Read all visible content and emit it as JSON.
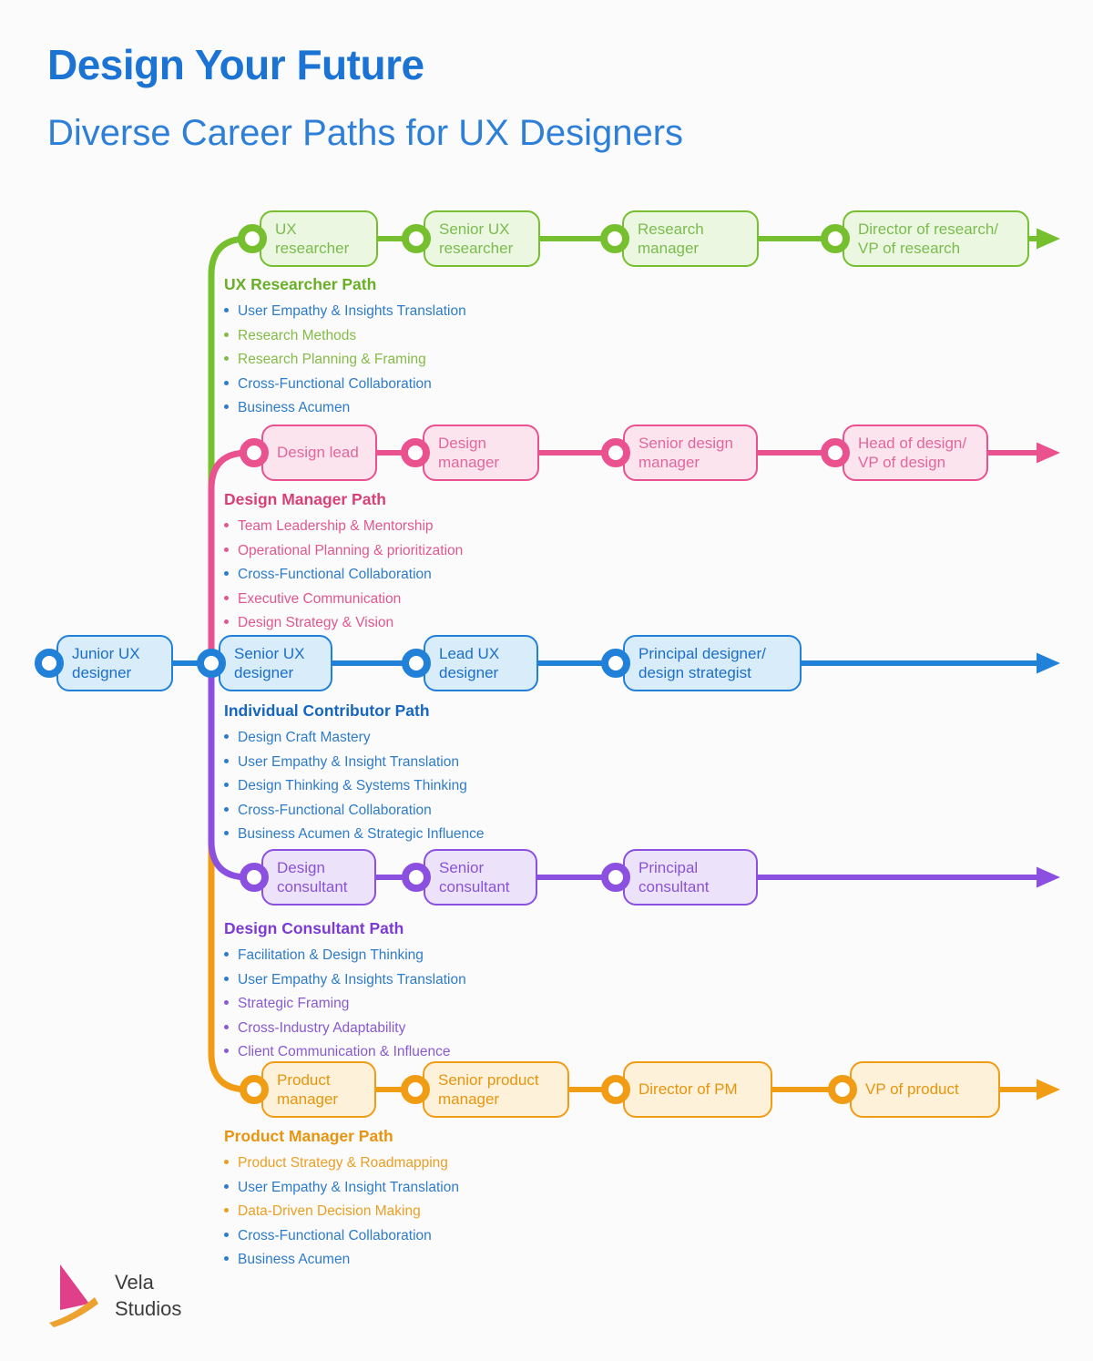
{
  "title": "Design Your Future",
  "subtitle": "Diverse Career Paths for UX Designers",
  "colors": {
    "title_blue": "#1b73d3",
    "subtitle_blue": "#2e7fd8",
    "shared_skill_blue": "#2e7cc9",
    "green": "#76c02f",
    "pink": "#e9528f",
    "blue": "#2180d8",
    "purple": "#8b50e0",
    "orange": "#f19c15"
  },
  "paths": [
    {
      "name": "UX Researcher Path",
      "color": "#76c02f",
      "nodes": [
        {
          "label": "UX researcher"
        },
        {
          "label": "Senior UX researcher"
        },
        {
          "label": "Research manager"
        },
        {
          "label": "Director of research/ VP of research"
        }
      ],
      "skills": [
        {
          "text": "User Empathy & Insights Translation",
          "shared": true
        },
        {
          "text": "Research Methods",
          "shared": false
        },
        {
          "text": "Research Planning & Framing",
          "shared": false
        },
        {
          "text": "Cross-Functional Collaboration",
          "shared": true
        },
        {
          "text": "Business Acumen",
          "shared": true
        }
      ]
    },
    {
      "name": "Design Manager Path",
      "color": "#e9528f",
      "nodes": [
        {
          "label": "Design lead"
        },
        {
          "label": "Design manager"
        },
        {
          "label": "Senior design manager"
        },
        {
          "label": "Head of design/ VP of design"
        }
      ],
      "skills": [
        {
          "text": "Team Leadership & Mentorship",
          "shared": false
        },
        {
          "text": "Operational Planning & prioritization",
          "shared": false
        },
        {
          "text": "Cross-Functional Collaboration",
          "shared": true
        },
        {
          "text": "Executive Communication",
          "shared": false
        },
        {
          "text": "Design Strategy & Vision",
          "shared": false
        }
      ]
    },
    {
      "name": "Individual Contributor Path",
      "color": "#2180d8",
      "nodes": [
        {
          "label": "Junior UX designer"
        },
        {
          "label": "Senior UX designer"
        },
        {
          "label": "Lead UX designer"
        },
        {
          "label": "Principal designer/ design strategist"
        }
      ],
      "skills": [
        {
          "text": "Design Craft Mastery",
          "shared": true
        },
        {
          "text": "User Empathy & Insight Translation",
          "shared": true
        },
        {
          "text": "Design Thinking & Systems Thinking",
          "shared": true
        },
        {
          "text": "Cross-Functional Collaboration",
          "shared": true
        },
        {
          "text": "Business Acumen & Strategic Influence",
          "shared": true
        }
      ]
    },
    {
      "name": "Design Consultant Path",
      "color": "#8b50e0",
      "nodes": [
        {
          "label": "Design consultant"
        },
        {
          "label": "Senior consultant"
        },
        {
          "label": "Principal consultant"
        }
      ],
      "skills": [
        {
          "text": "Facilitation & Design Thinking",
          "shared": true
        },
        {
          "text": "User Empathy & Insights Translation",
          "shared": true
        },
        {
          "text": "Strategic Framing",
          "shared": false
        },
        {
          "text": "Cross-Industry Adaptability",
          "shared": false
        },
        {
          "text": "Client Communication & Influence",
          "shared": false
        }
      ]
    },
    {
      "name": "Product Manager Path",
      "color": "#f19c15",
      "nodes": [
        {
          "label": "Product manager"
        },
        {
          "label": "Senior product manager"
        },
        {
          "label": "Director of PM"
        },
        {
          "label": "VP of product"
        }
      ],
      "skills": [
        {
          "text": "Product Strategy & Roadmapping",
          "shared": false
        },
        {
          "text": "User Empathy & Insight Translation",
          "shared": true
        },
        {
          "text": "Data-Driven Decision Making",
          "shared": false
        },
        {
          "text": "Cross-Functional Collaboration",
          "shared": true
        },
        {
          "text": "Business Acumen",
          "shared": true
        }
      ]
    }
  ],
  "logo": {
    "line1": "Vela",
    "line2": "Studios"
  }
}
